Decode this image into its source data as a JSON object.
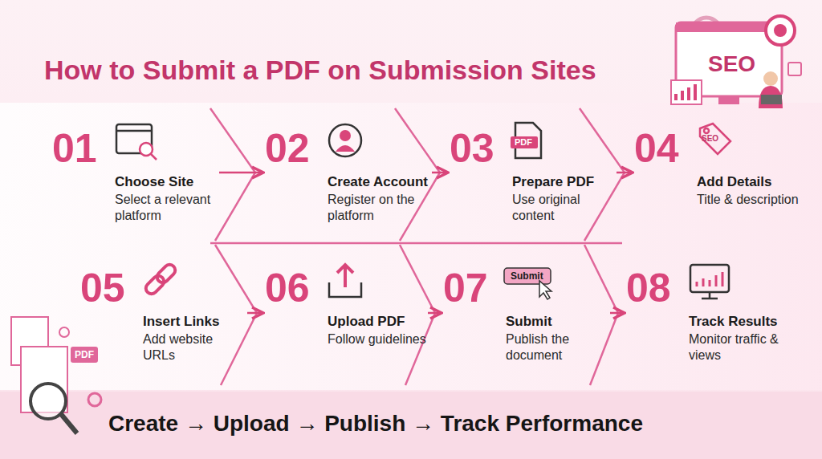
{
  "diagram": {
    "title": "How to Submit a PDF on Submission Sites",
    "caption": "Create → Upload → Publish → Track Performance",
    "nodes": [
      {
        "text": [
          "01",
          "Choose Site",
          "Select a relevant platform"
        ]
      },
      {
        "text": [
          "02",
          "Create Account",
          "Register on the platform"
        ]
      },
      {
        "text": [
          "03",
          "Prepare PDF",
          "Use original content"
        ]
      },
      {
        "text": [
          "04",
          "Add Details",
          "Title & description"
        ]
      },
      {
        "text": [
          "05",
          "Insert Links",
          "Add website URLs"
        ]
      },
      {
        "text": [
          "06",
          "Upload PDF",
          "Follow guidelines"
        ]
      },
      {
        "text": [
          "07",
          "Submit",
          "Publish the document"
        ]
      },
      {
        "text": [
          "08",
          "Track Results",
          "Monitor traffic & views"
        ]
      }
    ],
    "edges": [
      {
        "from": 0,
        "to": 1,
        "arrow": "to"
      },
      {
        "from": 1,
        "to": 2,
        "arrow": "to"
      },
      {
        "from": 2,
        "to": 3,
        "arrow": "to"
      },
      {
        "from": 4,
        "to": 5,
        "arrow": "to"
      },
      {
        "from": 5,
        "to": 6,
        "arrow": "to"
      },
      {
        "from": 6,
        "to": 7,
        "arrow": "to"
      }
    ],
    "labels": [
      "SEO",
      "PDF",
      "SEO",
      "Submit",
      "PDF"
    ]
  }
}
